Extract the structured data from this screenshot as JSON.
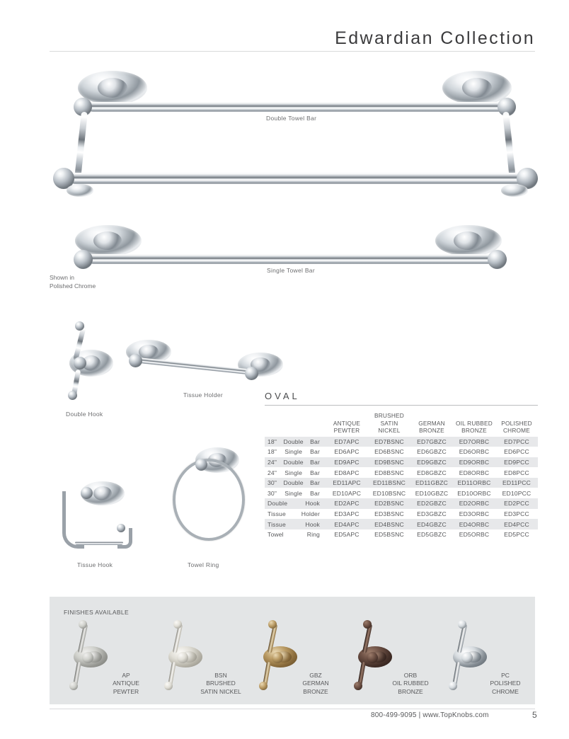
{
  "header": {
    "collection_title": "Edwardian Collection"
  },
  "products": {
    "double_towel_bar_label": "Double Towel Bar",
    "single_towel_bar_label": "Single Towel Bar",
    "shown_in_note": "Shown in\nPolished Chrome",
    "double_hook_label": "Double Hook",
    "tissue_holder_label": "Tissue Holder",
    "tissue_hook_label": "Tissue Hook",
    "towel_ring_label": "Towel Ring"
  },
  "oval_table": {
    "heading": "OVAL",
    "columns": [
      "",
      "ANTIQUE\nPEWTER",
      "BRUSHED\nSATIN\nNICKEL",
      "GERMAN\nBRONZE",
      "OIL RUBBED\nBRONZE",
      "POLISHED\nCHROME"
    ],
    "rows": [
      {
        "name": "18\" Double Bar",
        "ap": "ED7APC",
        "bsn": "ED7BSNC",
        "gbz": "ED7GBZC",
        "orb": "ED7ORBC",
        "pc": "ED7PCC",
        "stripe": true
      },
      {
        "name": "18\" Single Bar",
        "ap": "ED6APC",
        "bsn": "ED6BSNC",
        "gbz": "ED6GBZC",
        "orb": "ED6ORBC",
        "pc": "ED6PCC",
        "stripe": false
      },
      {
        "name": "24\" Double Bar",
        "ap": "ED9APC",
        "bsn": "ED9BSNC",
        "gbz": "ED9GBZC",
        "orb": "ED9ORBC",
        "pc": "ED9PCC",
        "stripe": true
      },
      {
        "name": "24\" Single Bar",
        "ap": "ED8APC",
        "bsn": "ED8BSNC",
        "gbz": "ED8GBZC",
        "orb": "ED8ORBC",
        "pc": "ED8PCC",
        "stripe": false
      },
      {
        "name": "30\" Double Bar",
        "ap": "ED11APC",
        "bsn": "ED11BSNC",
        "gbz": "ED11GBZC",
        "orb": "ED11ORBC",
        "pc": "ED11PCC",
        "stripe": true
      },
      {
        "name": "30\" Single Bar",
        "ap": "ED10APC",
        "bsn": "ED10BSNC",
        "gbz": "ED10GBZC",
        "orb": "ED10ORBC",
        "pc": "ED10PCC",
        "stripe": false
      },
      {
        "name": "Double Hook",
        "ap": "ED2APC",
        "bsn": "ED2BSNC",
        "gbz": "ED2GBZC",
        "orb": "ED2ORBC",
        "pc": "ED2PCC",
        "stripe": true
      },
      {
        "name": "Tissue Holder",
        "ap": "ED3APC",
        "bsn": "ED3BSNC",
        "gbz": "ED3GBZC",
        "orb": "ED3ORBC",
        "pc": "ED3PCC",
        "stripe": false
      },
      {
        "name": "Tissue Hook",
        "ap": "ED4APC",
        "bsn": "ED4BSNC",
        "gbz": "ED4GBZC",
        "orb": "ED4ORBC",
        "pc": "ED4PCC",
        "stripe": true
      },
      {
        "name": "Towel Ring",
        "ap": "ED5APC",
        "bsn": "ED5BSNC",
        "gbz": "ED5GBZC",
        "orb": "ED5ORBC",
        "pc": "ED5PCC",
        "stripe": false
      }
    ]
  },
  "finishes": {
    "title": "FINISHES AVAILABLE",
    "items": [
      {
        "code": "AP",
        "caption": "AP\nANTIQUE\nPEWTER",
        "base": "#cfd0cb",
        "mid": "#9b9c97",
        "hi": "#f0f0ee",
        "lo": "#6e6f6b"
      },
      {
        "code": "BSN",
        "caption": "BSN\nBRUSHED\nSATIN NICKEL",
        "base": "#e0ded6",
        "mid": "#b6b3a8",
        "hi": "#fbfaf7",
        "lo": "#86847c"
      },
      {
        "code": "GBZ",
        "caption": "GBZ\nGERMAN\nBRONZE",
        "base": "#b99a63",
        "mid": "#8a6c3c",
        "hi": "#ead9b4",
        "lo": "#5c4524"
      },
      {
        "code": "ORB",
        "caption": "ORB\nOIL RUBBED\nBRONZE",
        "base": "#6b4f43",
        "mid": "#432f28",
        "hi": "#9c7c6b",
        "lo": "#241713"
      },
      {
        "code": "PC",
        "caption": "PC\nPOLISHED\nCHROME",
        "base": "#d5dade",
        "mid": "#848c93",
        "hi": "#ffffff",
        "lo": "#4e565d"
      }
    ]
  },
  "footer": {
    "contact": "800-499-9095 | www.TopKnobs.com",
    "page_number": "5"
  }
}
